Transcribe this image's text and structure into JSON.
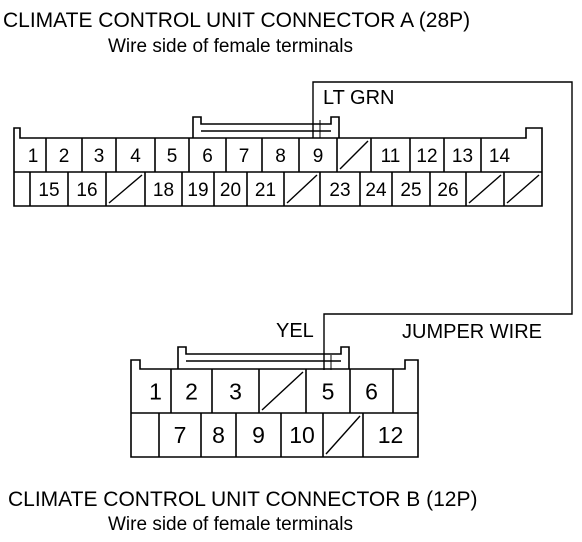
{
  "connector_a": {
    "title": "CLIMATE CONTROL UNIT CONNECTOR A (28P)",
    "subtitle": "Wire side of female terminals",
    "row1": [
      "1",
      "2",
      "3",
      "4",
      "5",
      "6",
      "7",
      "8",
      "9",
      "",
      "11",
      "12",
      "13",
      "14"
    ],
    "row2": [
      "15",
      "16",
      "",
      "18",
      "19",
      "20",
      "21",
      "",
      "23",
      "24",
      "25",
      "26",
      "",
      ""
    ]
  },
  "connector_b": {
    "title": "CLIMATE CONTROL UNIT CONNECTOR B (12P)",
    "subtitle": "Wire side of female terminals",
    "row1": [
      "1",
      "2",
      "3",
      "",
      "5",
      "6",
      ""
    ],
    "row2": [
      "",
      "7",
      "8",
      "9",
      "10",
      "",
      "12"
    ]
  },
  "wires": {
    "a_pin9_color": "LT GRN",
    "b_pin5_color": "YEL",
    "jumper_label": "JUMPER WIRE"
  }
}
